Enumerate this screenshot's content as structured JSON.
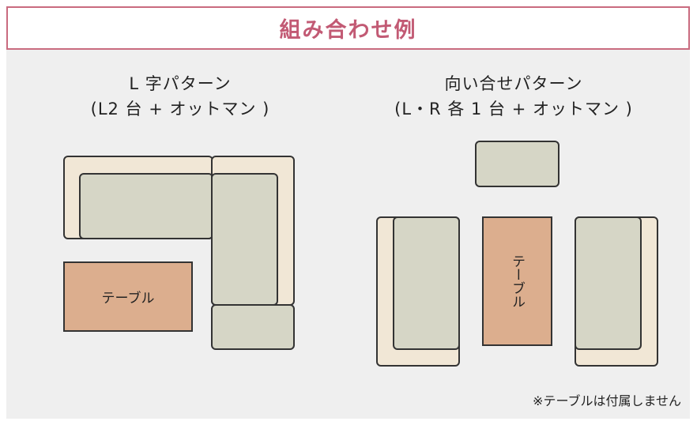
{
  "title": "組み合わせ例",
  "patterns": [
    {
      "name": "L 字パターン",
      "detail": "(L2 台 + オットマン )",
      "table_label": "テーブル"
    },
    {
      "name": "向い合せパターン",
      "detail": "(L・R 各 1 台 + オットマン )",
      "table_label": "テーブル"
    }
  ],
  "note": "※テーブルは付属しません",
  "colors": {
    "title_border": "#c96b7f",
    "title_text": "#c25a74",
    "background": "#efefef",
    "sofa_frame": "#f1e7d6",
    "cushion": "#d6d6c6",
    "table": "#dcae8e",
    "outline": "#333333"
  }
}
